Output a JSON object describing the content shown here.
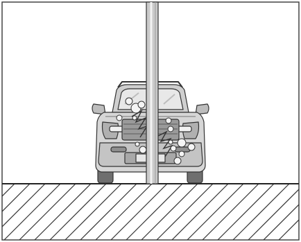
{
  "illustration": {
    "scene": "vehicle-frontal-collision-with-pole",
    "elements": [
      "frame",
      "ground-hatch",
      "car",
      "pole",
      "impact-debris"
    ],
    "colors": {
      "outline": "#333333",
      "car_body": "#d2d2d2",
      "car_dark": "#8a8a8a",
      "pole": "#c8c8c8",
      "background": "#ffffff"
    }
  }
}
